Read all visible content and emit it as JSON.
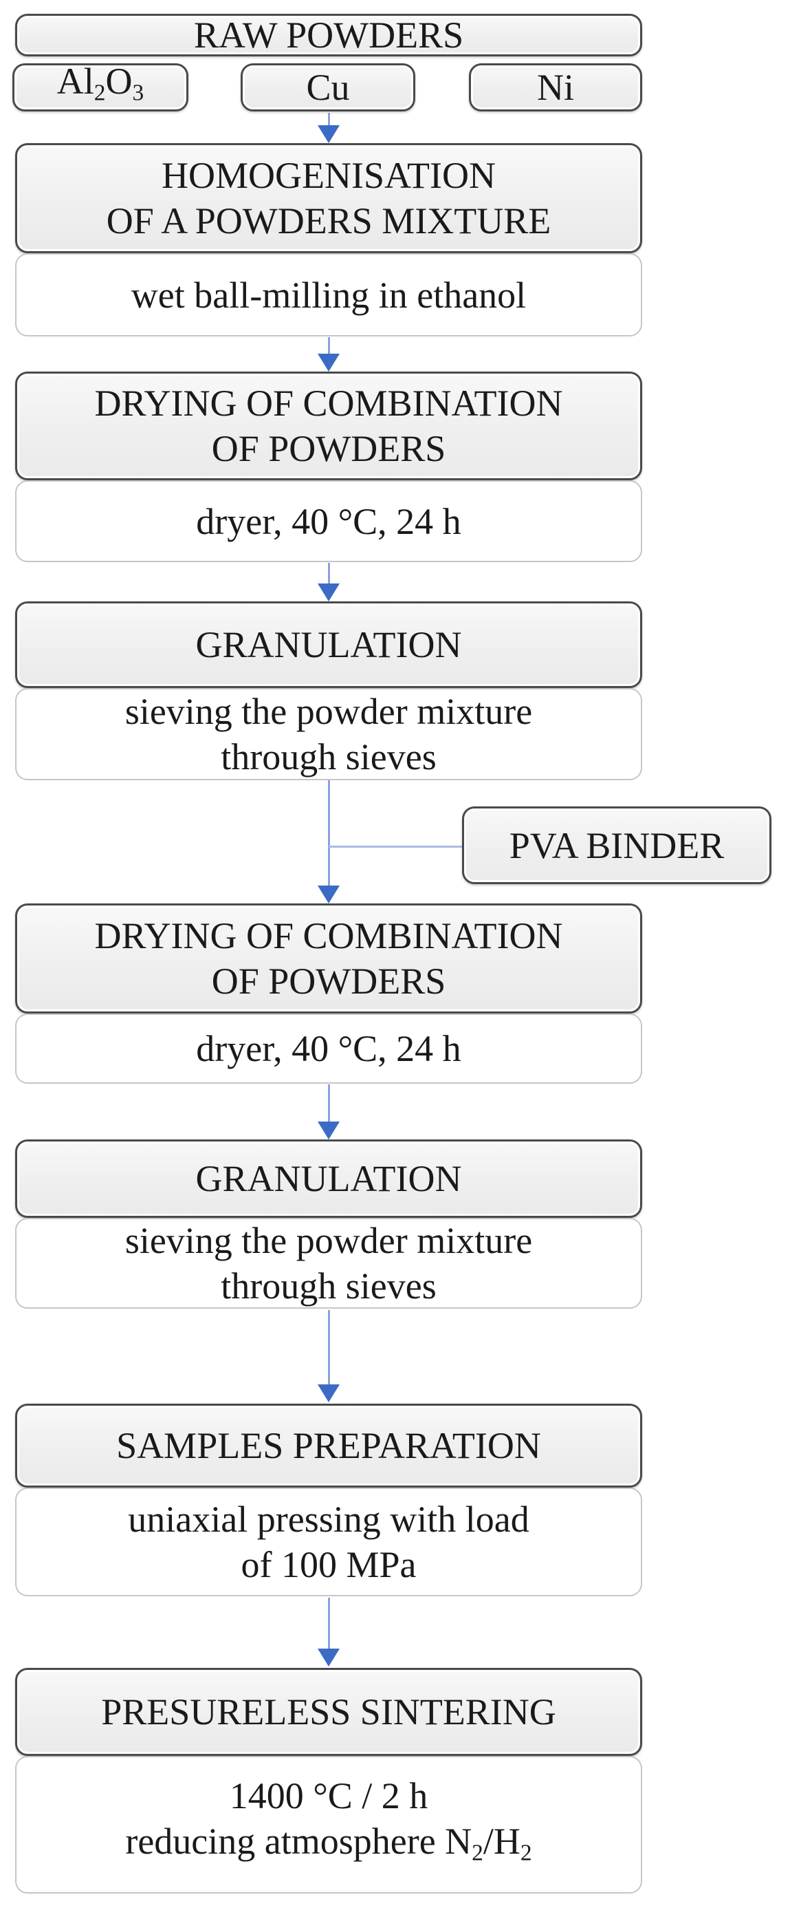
{
  "diagram": {
    "type": "flowchart",
    "colors": {
      "arrow_line": "#87A3DA",
      "arrow_head": "#3B6BC4",
      "header_fill": "#EFEFEF",
      "header_border": "#4A4A4A",
      "body_border": "#C6C6C6",
      "text": "#1A1A1A"
    },
    "raw_powders_label": "RAW POWDERS",
    "materials": {
      "al2o3": {
        "b1": "Al",
        "s1": "2",
        "b2": "O",
        "s2": "3"
      },
      "cu_label": "Cu",
      "ni_label": "Ni"
    },
    "pva_binder_label": "PVA BINDER",
    "steps": [
      {
        "title1": "HOMOGENISATION",
        "title2": "OF A POWDERS MIXTURE",
        "body1": "wet ball-milling in ethanol"
      },
      {
        "title1": "DRYING OF COMBINATION",
        "title2": "OF POWDERS",
        "body1": "dryer, 40 °C, 24 h"
      },
      {
        "title1": "GRANULATION",
        "body1": "sieving the powder mixture",
        "body2": "through sieves"
      },
      {
        "title1": "DRYING OF COMBINATION",
        "title2": "OF POWDERS",
        "body1": "dryer, 40 °C, 24 h"
      },
      {
        "title1": "GRANULATION",
        "body1": "sieving the powder mixture",
        "body2": "through sieves"
      },
      {
        "title1": "SAMPLES PREPARATION",
        "body1": "uniaxial pressing with load",
        "body2": "of 100 MPa"
      },
      {
        "title1": "PRESURELESS SINTERING",
        "body1": "1400 °C / 2 h",
        "atm": {
          "b1": "reducing atmosphere N",
          "s1": "2",
          "b2": "/H",
          "s2": "2"
        }
      }
    ]
  }
}
